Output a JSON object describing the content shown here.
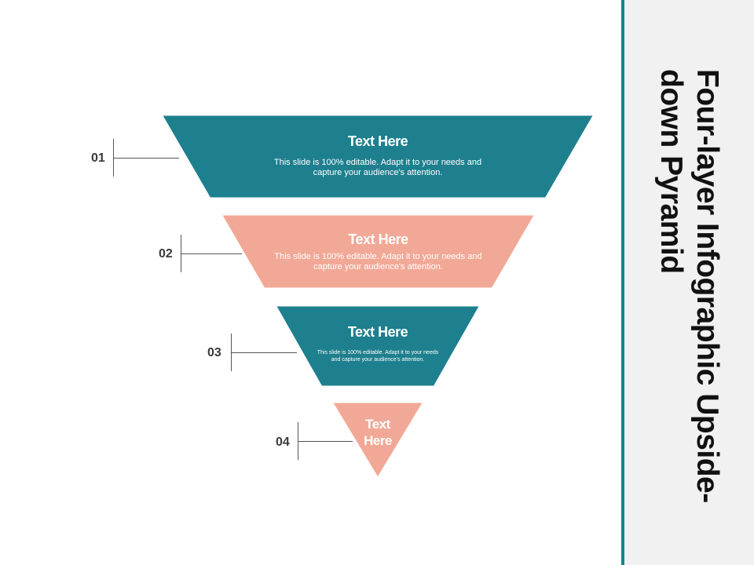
{
  "slide_title": "Four-layer Infographic Upside-down Pyramid",
  "colors": {
    "teal": "#1e7f8e",
    "salmon": "#f2a896",
    "panel": "#f1f1f1",
    "text_dark": "#111111"
  },
  "layers": [
    {
      "number": "01",
      "title": "Text Here",
      "description": "This slide is 100% editable. Adapt it to your needs and capture your audience's attention.",
      "color": "teal"
    },
    {
      "number": "02",
      "title": "Text Here",
      "description": "This slide is 100% editable. Adapt it to your needs and capture your audience's attention.",
      "color": "salmon"
    },
    {
      "number": "03",
      "title": "Text Here",
      "description": "This slide is 100% editable.  Adapt it to your needs and capture your audience's attention.",
      "color": "teal"
    },
    {
      "number": "04",
      "title": "Text Here",
      "description": "",
      "color": "salmon"
    }
  ]
}
